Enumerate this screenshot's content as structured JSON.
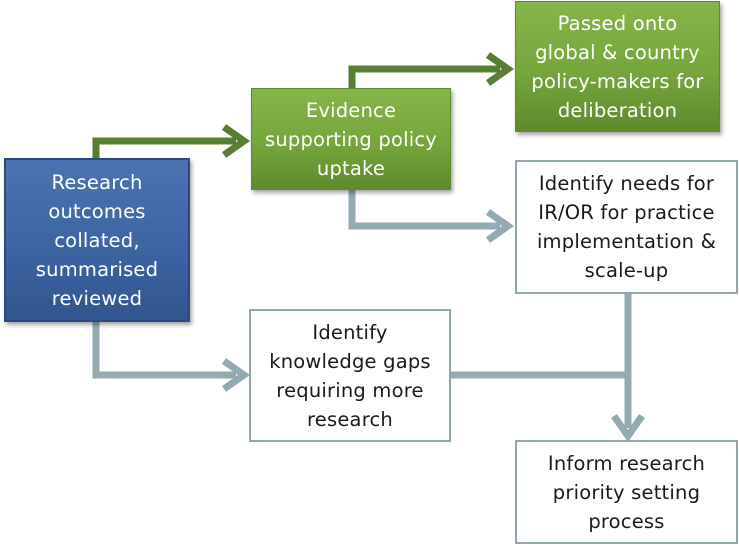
{
  "nodes": {
    "research_outcomes": "Research\noutcomes\ncollated,\nsummarised\nreviewed",
    "evidence_policy": "Evidence\nsupporting policy\nuptake",
    "passed_policymakers": "Passed onto\nglobal & country\npolicy-makers for\ndeliberation",
    "identify_needs": "Identify needs for\nIR/OR for practice\nimplementation &\nscale-up",
    "knowledge_gaps": "Identify\nknowledge gaps\nrequiring more\nresearch",
    "inform_priority": "Inform research\npriority setting\nprocess"
  },
  "colors": {
    "blue_box": "#3e66a3",
    "green_box": "#76a53c",
    "green_arrow": "#5a7d34",
    "gray_arrow": "#92aab0",
    "white_box_border": "#8fa6ad"
  }
}
